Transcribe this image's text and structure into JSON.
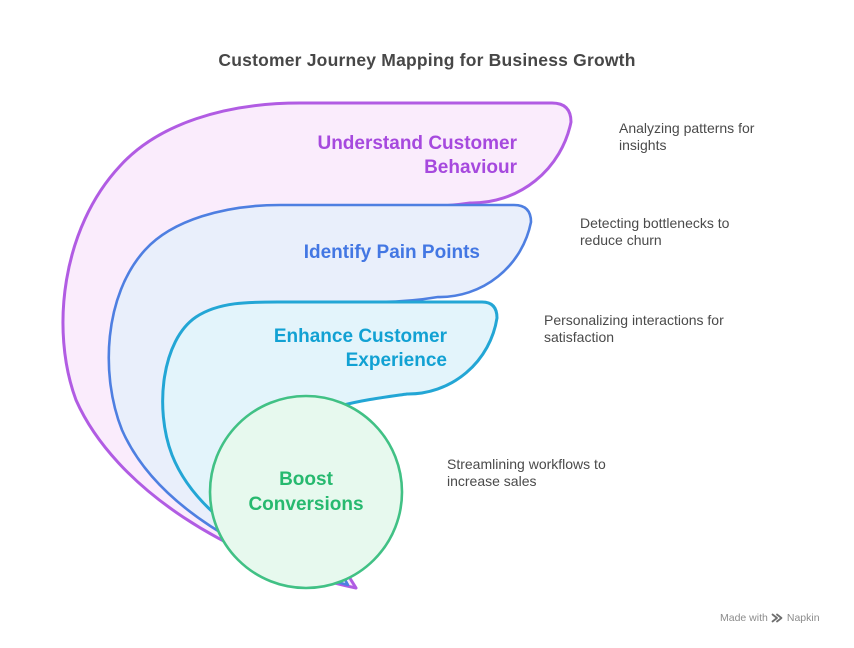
{
  "title": "Customer Journey Mapping for Business Growth",
  "stages": [
    {
      "label": "Understand Customer Behaviour",
      "description": "Analyzing patterns for insights",
      "text_color": "#A649DE",
      "stroke": "#B15CE3",
      "fill": "#FAECFC"
    },
    {
      "label": "Identify Pain Points",
      "description": "Detecting bottlenecks to reduce churn",
      "text_color": "#4377E3",
      "stroke": "#4E7FE1",
      "fill": "#E9EFFB"
    },
    {
      "label": "Enhance Customer Experience",
      "description": "Personalizing interactions for satisfaction",
      "text_color": "#12A1D3",
      "stroke": "#23A6D5",
      "fill": "#E3F4FB"
    },
    {
      "label": "Boost Conversions",
      "description": "Streamlining workflows to increase sales",
      "text_color": "#27B96F",
      "stroke": "#41C185",
      "fill": "#E7F9EE"
    }
  ],
  "footer": {
    "made_with": "Made with",
    "brand": "Napkin"
  },
  "colors": {
    "background": "#FFFFFF",
    "title_text": "#474747",
    "description_text": "#4A4A4A",
    "watermark_text": "#8C8C8C",
    "watermark_icon": "#6E6E6E"
  }
}
